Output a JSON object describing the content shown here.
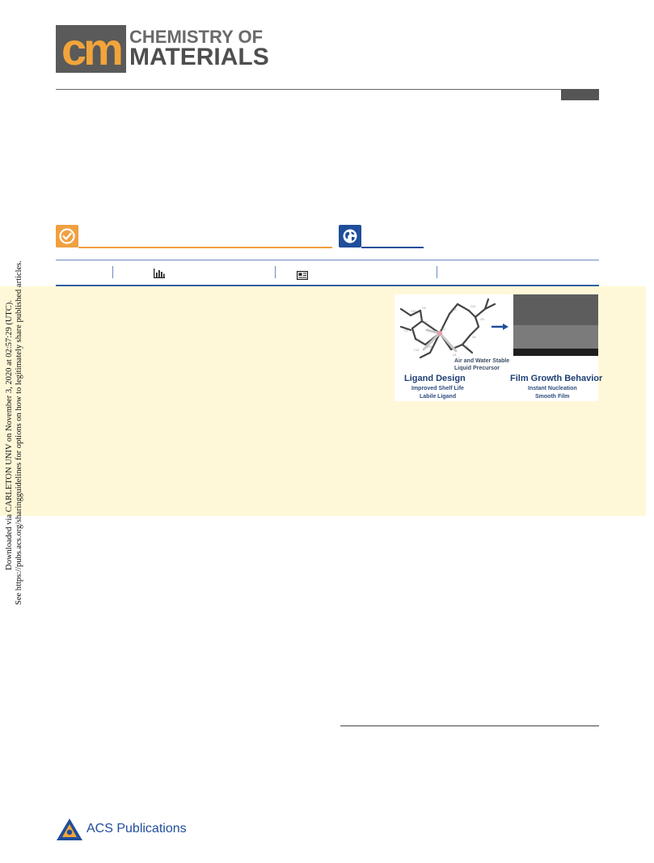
{
  "journal": {
    "logo_letters": "cm",
    "name_line1": "CHEMISTRY OF",
    "name_line2": "MATERIALS",
    "logo_colors": {
      "box": "#5a5a5a",
      "letters": "#f2a43a"
    }
  },
  "access_badges": [
    {
      "icon": "checkmark-icon",
      "color": "#f0a040"
    },
    {
      "icon": "globe-icon",
      "color": "#1f4e9a"
    }
  ],
  "metrics_bar": {
    "icons": [
      "bar-chart-icon",
      "article-icon"
    ],
    "color": "#2f5fa8"
  },
  "abstract": {
    "background": "#fff8d8"
  },
  "toc_graphic": {
    "center_label_line1": "Air and Water Stable",
    "center_label_line2": "Liquid Precursor",
    "left_heading": "Ligand Design",
    "left_line1": "Improved Shelf Life",
    "left_line2": "Labile Ligand",
    "right_heading": "Film Growth Behavior",
    "right_line1": "Instant Nucleation",
    "right_line2": "Smooth Film",
    "arrow_color": "#1f4e9a"
  },
  "side_notice": {
    "line1": "Downloaded via CARLETON UNIV on November 3, 2020 at 02:57:29 (UTC).",
    "line2": "See https://pubs.acs.org/sharingguidelines for options on how to legitimately share published articles."
  },
  "publisher": {
    "name": "ACS Publications",
    "color": "#1f4e9a"
  }
}
